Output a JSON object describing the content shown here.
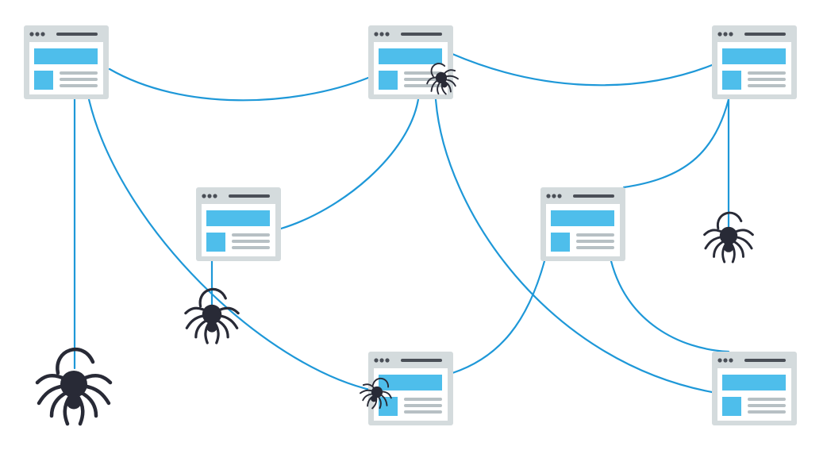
{
  "colors": {
    "line": "#1e98d8",
    "card_bg": "#d4dbdd",
    "card_inner": "#ffffff",
    "hero": "#4ebeeb",
    "text_bar": "#b7c0c4",
    "header_dots": "#4a4f57",
    "spider": "#282a36"
  },
  "pages": [
    {
      "id": "page-1",
      "icon": "webpage-icon"
    },
    {
      "id": "page-2",
      "icon": "webpage-icon"
    },
    {
      "id": "page-3",
      "icon": "webpage-icon"
    },
    {
      "id": "page-4",
      "icon": "webpage-icon"
    },
    {
      "id": "page-5",
      "icon": "webpage-icon"
    },
    {
      "id": "page-6",
      "icon": "webpage-icon"
    },
    {
      "id": "page-7",
      "icon": "webpage-icon"
    }
  ],
  "links": [
    {
      "from": "page-1",
      "to": "page-2"
    },
    {
      "from": "page-2",
      "to": "page-3"
    },
    {
      "from": "page-2",
      "to": "page-4"
    },
    {
      "from": "page-1",
      "to": "page-6"
    },
    {
      "from": "page-2",
      "to": "page-7"
    },
    {
      "from": "page-3",
      "to": "page-5"
    },
    {
      "from": "page-5",
      "to": "page-6"
    },
    {
      "from": "page-5",
      "to": "page-7"
    }
  ],
  "spiders": [
    {
      "id": "spider-large",
      "icon": "spider-icon"
    },
    {
      "id": "spider-on-page-4",
      "icon": "spider-icon"
    },
    {
      "id": "spider-on-page-2",
      "icon": "spider-icon"
    },
    {
      "id": "spider-on-page-6",
      "icon": "spider-icon"
    },
    {
      "id": "spider-on-page-3",
      "icon": "spider-icon"
    }
  ]
}
